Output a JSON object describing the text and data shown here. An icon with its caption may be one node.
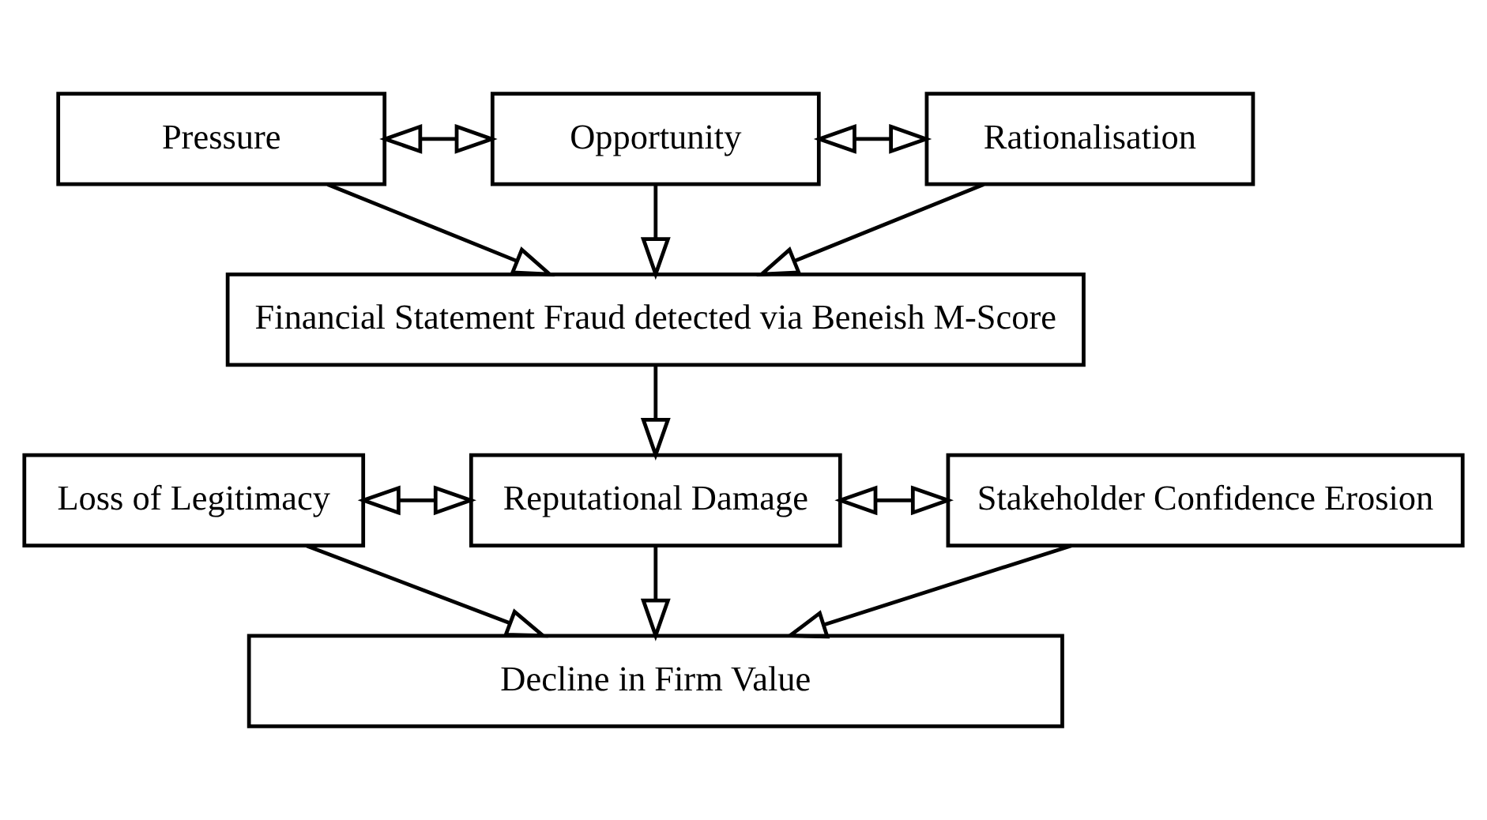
{
  "diagram": {
    "nodes": [
      {
        "text": [
          "Pressure"
        ]
      },
      {
        "text": [
          "Opportunity"
        ]
      },
      {
        "text": [
          "Rationalisation"
        ]
      },
      {
        "text": [
          "Financial Statement Fraud detected via Beneish M-Score"
        ]
      },
      {
        "text": [
          "Loss of Legitimacy"
        ]
      },
      {
        "text": [
          "Reputational Damage"
        ]
      },
      {
        "text": [
          "Stakeholder Confidence Erosion"
        ]
      },
      {
        "text": [
          "Decline in Firm Value"
        ]
      }
    ],
    "edges": [
      {
        "from": 0,
        "to": 1,
        "arrow": "both"
      },
      {
        "from": 1,
        "to": 2,
        "arrow": "both"
      },
      {
        "from": 1,
        "to": 3,
        "arrow": "to"
      },
      {
        "from": 0,
        "to": 3,
        "arrow": "to"
      },
      {
        "from": 2,
        "to": 3,
        "arrow": "to"
      },
      {
        "from": 3,
        "to": 5,
        "arrow": "to"
      },
      {
        "from": 4,
        "to": 5,
        "arrow": "both"
      },
      {
        "from": 5,
        "to": 6,
        "arrow": "both"
      },
      {
        "from": 5,
        "to": 7,
        "arrow": "to"
      },
      {
        "from": 4,
        "to": 7,
        "arrow": "to"
      },
      {
        "from": 6,
        "to": 7,
        "arrow": "to"
      }
    ]
  }
}
